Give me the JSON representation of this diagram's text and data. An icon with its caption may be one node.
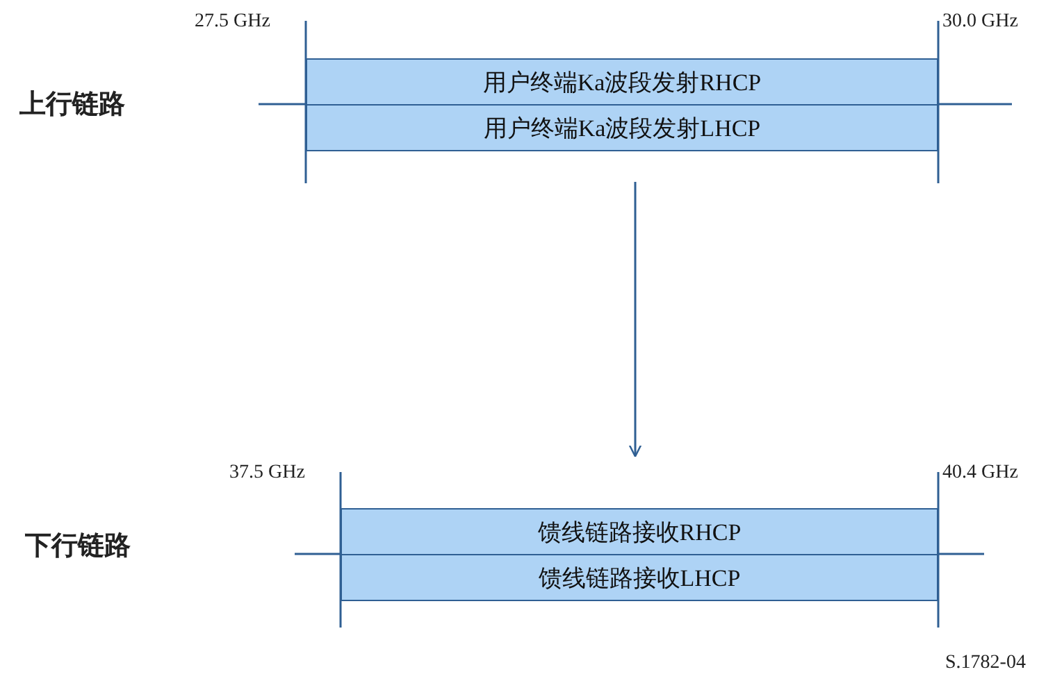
{
  "diagram": {
    "nodes": [
      {
        "text": [
          "用户终端Ka波段发射RHCP"
        ]
      },
      {
        "text": [
          "用户终端Ka波段发射LHCP"
        ]
      },
      {
        "text": [
          "馈线链路接收RHCP"
        ]
      },
      {
        "text": [
          "馈线链路接收LHCP"
        ]
      }
    ],
    "edges": [
      {
        "from": 1,
        "to": 2,
        "arrow": "to"
      }
    ],
    "labels": [
      "27.5 GHz",
      "30.0 GHz",
      "上行链路",
      "37.5 GHz",
      "40.4 GHz",
      "下行链路",
      "S.1782-04"
    ]
  }
}
